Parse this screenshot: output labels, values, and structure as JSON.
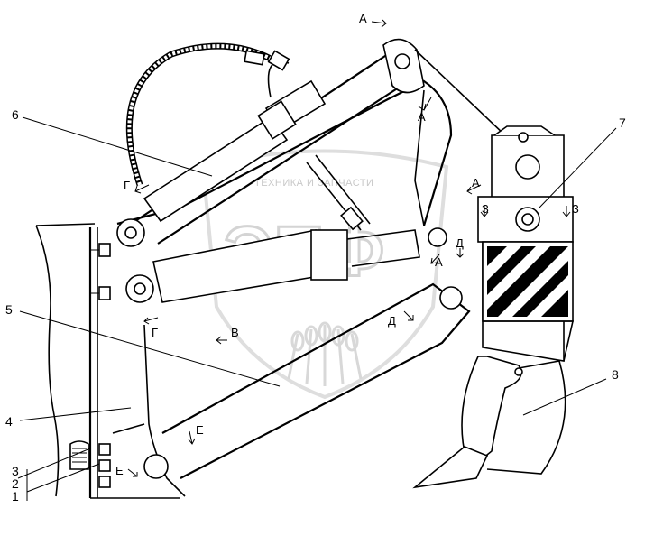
{
  "watermark": {
    "caption": "ТЕХНИКА И ЗАПЧАСТИ",
    "logo": "ЭПФ"
  },
  "callouts": [
    {
      "id": "1",
      "text": "1"
    },
    {
      "id": "2",
      "text": "2"
    },
    {
      "id": "3",
      "text": "3"
    },
    {
      "id": "4",
      "text": "4"
    },
    {
      "id": "5",
      "text": "5"
    },
    {
      "id": "6",
      "text": "6"
    },
    {
      "id": "7",
      "text": "7"
    },
    {
      "id": "8",
      "text": "8"
    }
  ],
  "section_marks": {
    "a_top": "А",
    "a_top2": "А",
    "a_mid": "А",
    "a_low": "А",
    "g_left": "Г",
    "g_bottom": "Г",
    "v": "В",
    "d_right": "Д",
    "d_low": "Д",
    "e_upper": "Е",
    "e_lower": "Е",
    "z_left": "З",
    "z_right": "З"
  }
}
